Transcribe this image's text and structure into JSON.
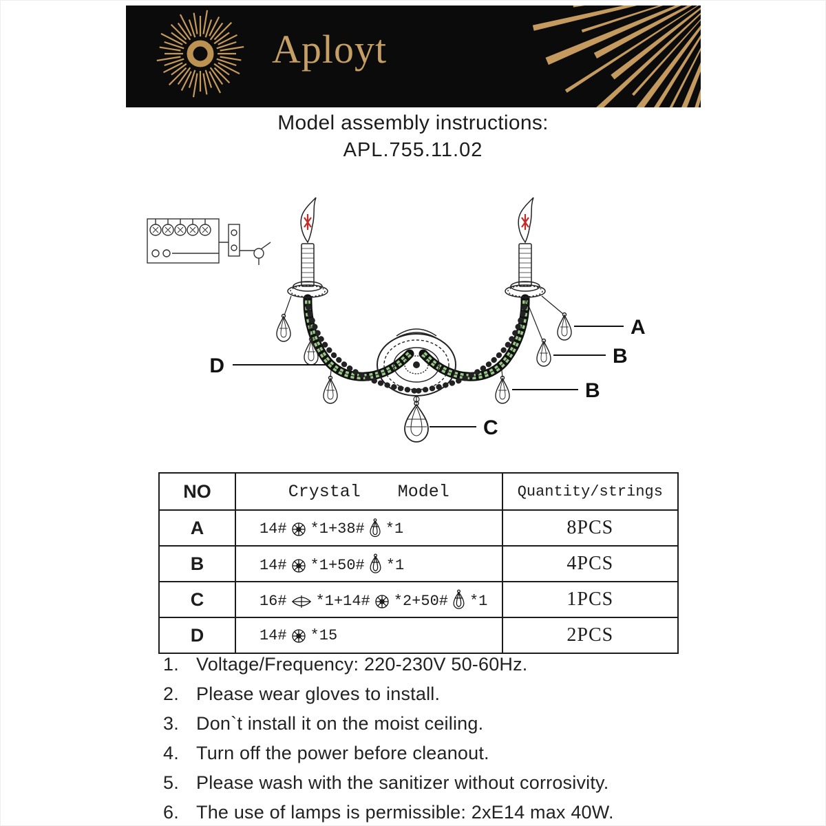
{
  "header": {
    "brand": "Aployt"
  },
  "title": {
    "line1": "Model assembly instructions:",
    "line2": "APL.755.11.02"
  },
  "diagram": {
    "labels": {
      "a": "A",
      "b_top": "B",
      "b_bottom": "B",
      "c": "C",
      "d": "D"
    }
  },
  "icons": {
    "flower": "round-crystal-icon",
    "drop": "teardrop-crystal-icon",
    "diamond": "marquise-crystal-icon"
  },
  "table": {
    "headers": {
      "no": "NO",
      "model_word1": "Crystal",
      "model_word2": "Model",
      "qty": "Quantity/strings"
    },
    "rows": [
      {
        "no": "A",
        "model": {
          "p1": "14#",
          "p2": "*1+38#",
          "p3": "*1"
        },
        "qty": "8PCS"
      },
      {
        "no": "B",
        "model": {
          "p1": "14#",
          "p2": "*1+50#",
          "p3": "*1"
        },
        "qty": "4PCS"
      },
      {
        "no": "C",
        "model": {
          "p1": "16#",
          "p2": "*1+14#",
          "p3": "*2+50#",
          "p4": "*1"
        },
        "qty": "1PCS"
      },
      {
        "no": "D",
        "model": {
          "p1": "14#",
          "p2": "*15"
        },
        "qty": "2PCS"
      }
    ]
  },
  "instructions": [
    {
      "num": "1.",
      "text": "Voltage/Frequency: 220-230V 50-60Hz."
    },
    {
      "num": "2.",
      "text": "Please wear gloves to install."
    },
    {
      "num": "3.",
      "text": "Don`t install it on the moist ceiling."
    },
    {
      "num": "4.",
      "text": "Turn off the power before cleanout."
    },
    {
      "num": "5.",
      "text": "Please wash with the sanitizer without corrosivity."
    },
    {
      "num": "6.",
      "text": "The use of lamps is permissible: 2xE14 max 40W."
    }
  ]
}
